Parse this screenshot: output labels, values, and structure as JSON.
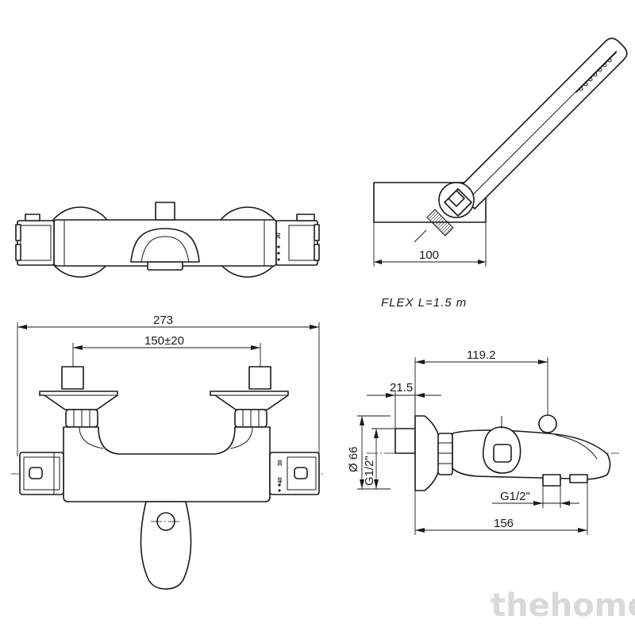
{
  "dimensions": {
    "total_width": "273",
    "centers": "150±20",
    "depth_total": "119.2",
    "spout_depth": "156",
    "wall_offset": "21.5",
    "diameter": "Ø 66",
    "inlet_thread": "G1/2\"",
    "outlet_thread": "G1/2\"",
    "handshower_holder": "100"
  },
  "notes": {
    "hose": "FLEX L=1.5 m"
  },
  "scale_marks": [
    "30",
    "40"
  ],
  "watermark": "thehome"
}
